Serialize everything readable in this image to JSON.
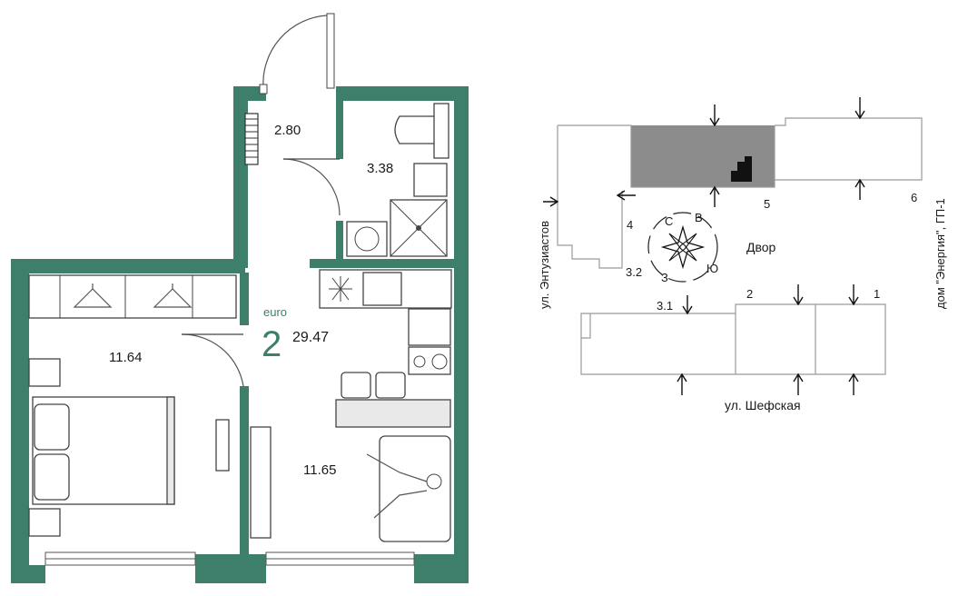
{
  "apartment": {
    "type_label": "euro",
    "rooms": "2",
    "total_area": "29.47",
    "rooms_areas": {
      "hall": "2.80",
      "bathroom": "3.38",
      "bedroom": "11.64",
      "living_kitchen": "11.65"
    }
  },
  "site_plan": {
    "courtyard_label": "Двор",
    "street_south": "ул. Шефская",
    "street_west": "ул. Энтузиастов",
    "building_east": "дом \"Энергия\", ГП-1",
    "section_numbers": [
      "1",
      "2",
      "3.1",
      "3.2",
      "4",
      "5",
      "6"
    ],
    "compass": {
      "north": "С",
      "east": "В",
      "south": "Ю",
      "west": "З"
    }
  },
  "colors": {
    "wall": "#3d7f6a",
    "highlight_section": "#8c8c8c",
    "apartment_mark": "#111111"
  }
}
